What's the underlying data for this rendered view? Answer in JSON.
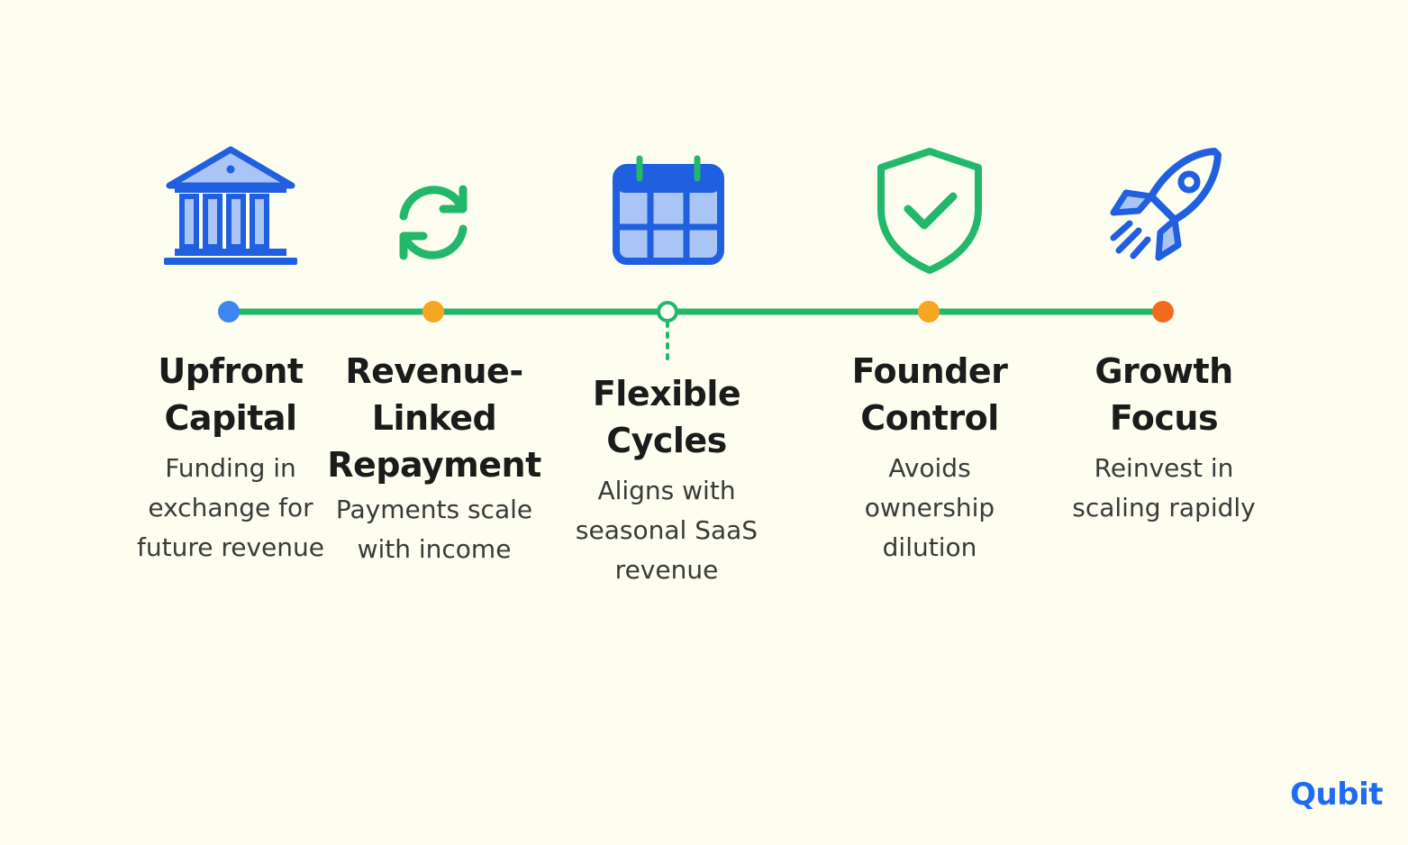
{
  "steps": [
    {
      "title_line1": "Upfront",
      "title_line2": "Capital",
      "title_line3": "",
      "desc_line1": "Funding in",
      "desc_line2": "exchange for",
      "desc_line3": "future revenue",
      "icon": "bank-icon",
      "marker_color": "#3f86f0"
    },
    {
      "title_line1": "Revenue-",
      "title_line2": "Linked",
      "title_line3": "Repayment",
      "desc_line1": "Payments scale",
      "desc_line2": "with income",
      "desc_line3": "",
      "icon": "refresh-icon",
      "marker_color": "#f5a623"
    },
    {
      "title_line1": "Flexible",
      "title_line2": "Cycles",
      "title_line3": "",
      "desc_line1": "Aligns with",
      "desc_line2": "seasonal SaaS",
      "desc_line3": "revenue",
      "icon": "calendar-icon",
      "marker_color": "#22b86a"
    },
    {
      "title_line1": "Founder",
      "title_line2": "Control",
      "title_line3": "",
      "desc_line1": "Avoids",
      "desc_line2": "ownership",
      "desc_line3": "dilution",
      "icon": "shield-check-icon",
      "marker_color": "#f5a623"
    },
    {
      "title_line1": "Growth",
      "title_line2": "Focus",
      "title_line3": "",
      "desc_line1": "Reinvest in",
      "desc_line2": "scaling rapidly",
      "desc_line3": "",
      "icon": "rocket-icon",
      "marker_color": "#f26b1d"
    }
  ],
  "brand": {
    "name": "Qubit"
  },
  "colors": {
    "background": "#fdfdf0",
    "timeline": "#22b86a",
    "icon_blue": "#1f5fe0",
    "icon_blue_fill": "#a9c4f5",
    "icon_green": "#22b86a",
    "brand_blue": "#1d6cf2",
    "brand_orange": "#f28c1e"
  }
}
